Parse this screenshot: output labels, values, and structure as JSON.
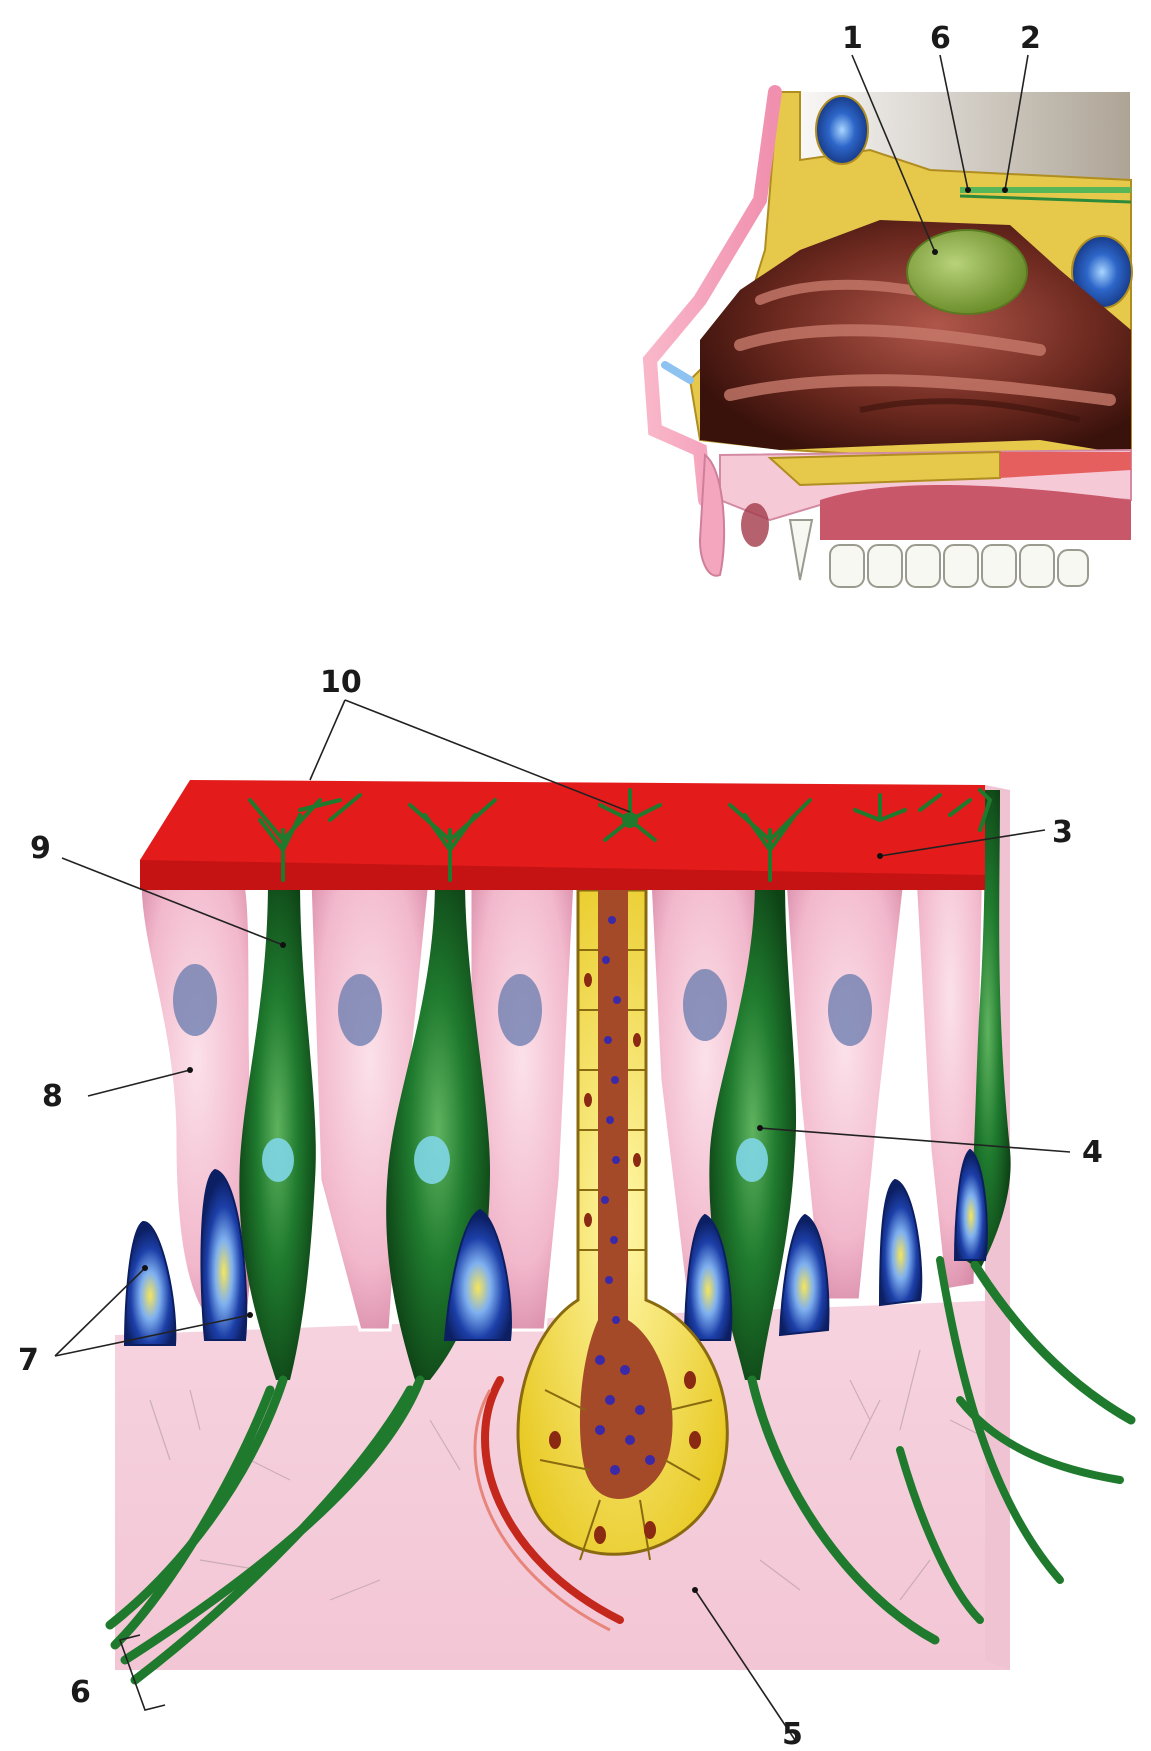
{
  "labels": {
    "l1": "1",
    "l2": "2",
    "l3": "3",
    "l4": "4",
    "l5": "5",
    "l6a": "6",
    "l6b": "6",
    "l7": "7",
    "l8": "8",
    "l9": "9",
    "l10": "10"
  },
  "colors": {
    "mucus_layer": "#e31b1b",
    "olfactory_cell": "#1f7a2e",
    "supporting_cell": "#f2b8cc",
    "basal_cell": "#1c3fa8",
    "gland": "#f4e23a",
    "lamina_propria": "#f7dbe4",
    "nasal_cavity": "#6e2a20",
    "bone": "#e6c84a",
    "olfactory_area": "#8fb24a"
  }
}
